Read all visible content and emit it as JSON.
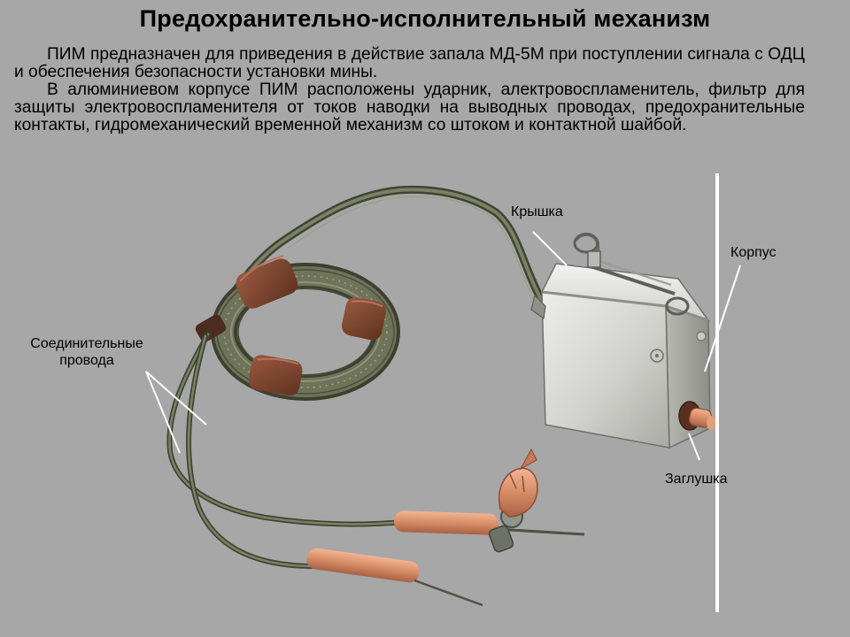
{
  "title": "Предохранительно-исполнительный механизм",
  "paragraphs": [
    "ПИМ предназначен для приведения в действие запала МД-5М при поступлении сигнала с ОДЦ и обеспечения безопасности установки мины.",
    "В алюминиевом корпусе ПИМ расположены ударник, алектровоспламенитель, фильтр для защиты электровоспламенителя от токов наводки на выводных проводах, предохранительные контакты, гидромеханический временной механизм со штоком и контактной шайбой."
  ],
  "labels": {
    "cover": "Крышка",
    "body": "Корпус",
    "wires_line1": "Соединительные",
    "wires_line2": "провода",
    "plug": "Заглушка"
  },
  "colors": {
    "background": "#a7a7a7",
    "housing": "#d7d7d2",
    "ferrite": "#7a4330",
    "wire": "#555a45",
    "sleeve": "#d9906a",
    "leader": "#ffffff"
  }
}
